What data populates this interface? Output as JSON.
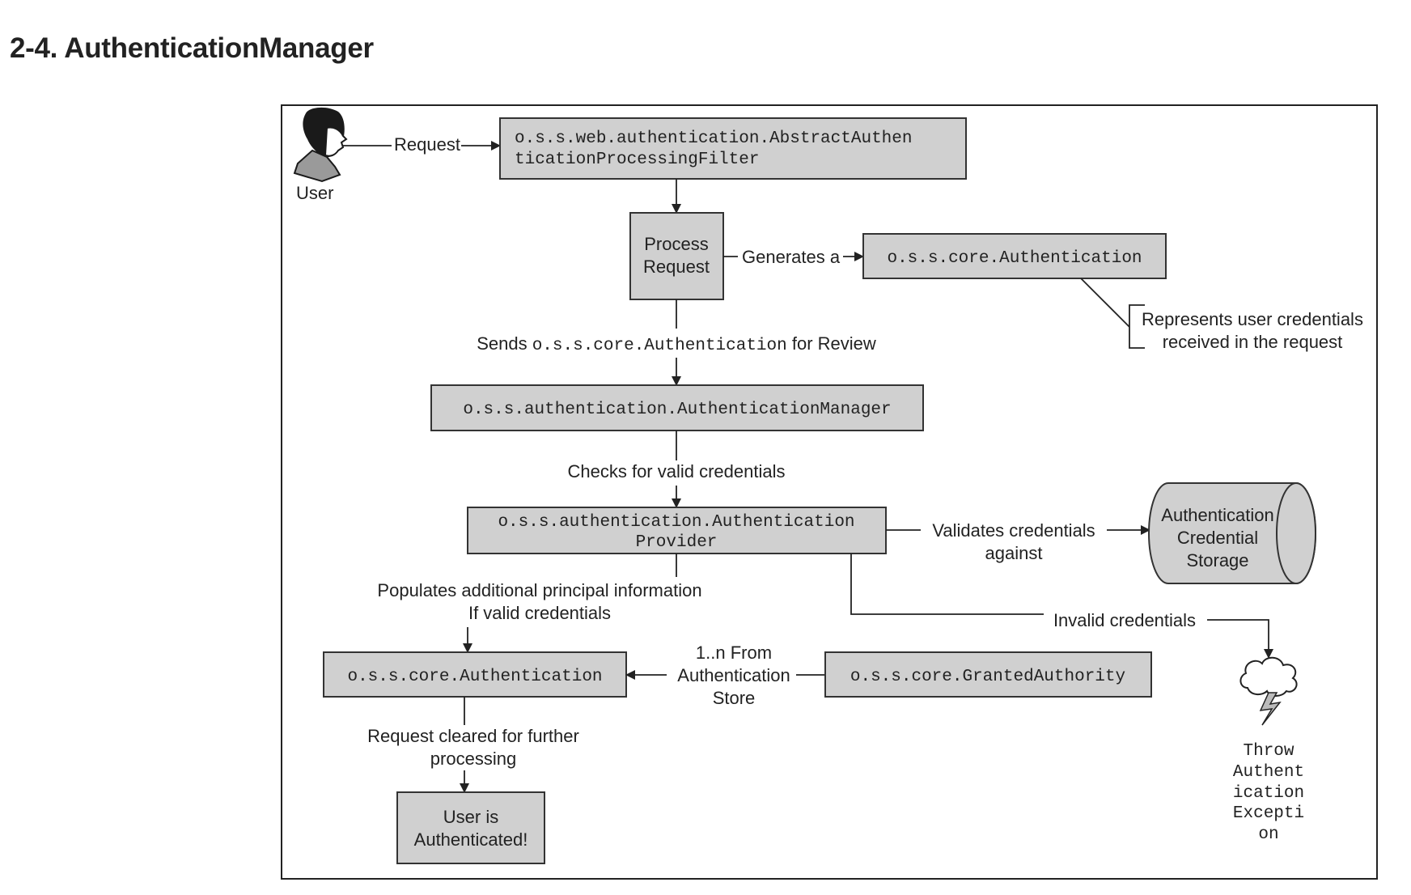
{
  "heading": "2-4. AuthenticationManager",
  "diagram": {
    "actor_label": "User",
    "edge_request": "Request",
    "filter_line1": "o.s.s.web.authentication.AbstractAuthen",
    "filter_line2": "ticationProcessingFilter",
    "process_line1": "Process",
    "process_line2": "Request",
    "edge_generates": "Generates a",
    "auth_object": "o.s.s.core.Authentication",
    "note_line1": "Represents user credentials",
    "note_line2": "received in the request",
    "sends_prefix": "Sends ",
    "sends_code": "o.s.s.core.Authentication",
    "sends_suffix": " for Review",
    "manager": "o.s.s.authentication.AuthenticationManager",
    "edge_checks": "Checks for valid credentials",
    "provider_line1": "o.s.s.authentication.Authentication",
    "provider_line2": "Provider",
    "edge_validates_line1": "Validates credentials",
    "edge_validates_line2": "against",
    "storage_line1": "Authentication",
    "storage_line2": "Credential",
    "storage_line3": "Storage",
    "edge_populates_line1": "Populates additional principal information",
    "edge_populates_line2": "If valid credentials",
    "edge_invalid": "Invalid credentials",
    "auth_result": "o.s.s.core.Authentication",
    "edge_from_line1": "1..n From",
    "edge_from_line2": "Authentication",
    "edge_from_line3": "Store",
    "granted_authority": "o.s.s.core.GrantedAuthority",
    "edge_cleared_line1": "Request cleared for further",
    "edge_cleared_line2": "processing",
    "done_line1": "User is",
    "done_line2": "Authenticated!",
    "exception_lines": [
      "Throw",
      "Authent",
      "ication",
      "Excepti",
      "on"
    ]
  }
}
